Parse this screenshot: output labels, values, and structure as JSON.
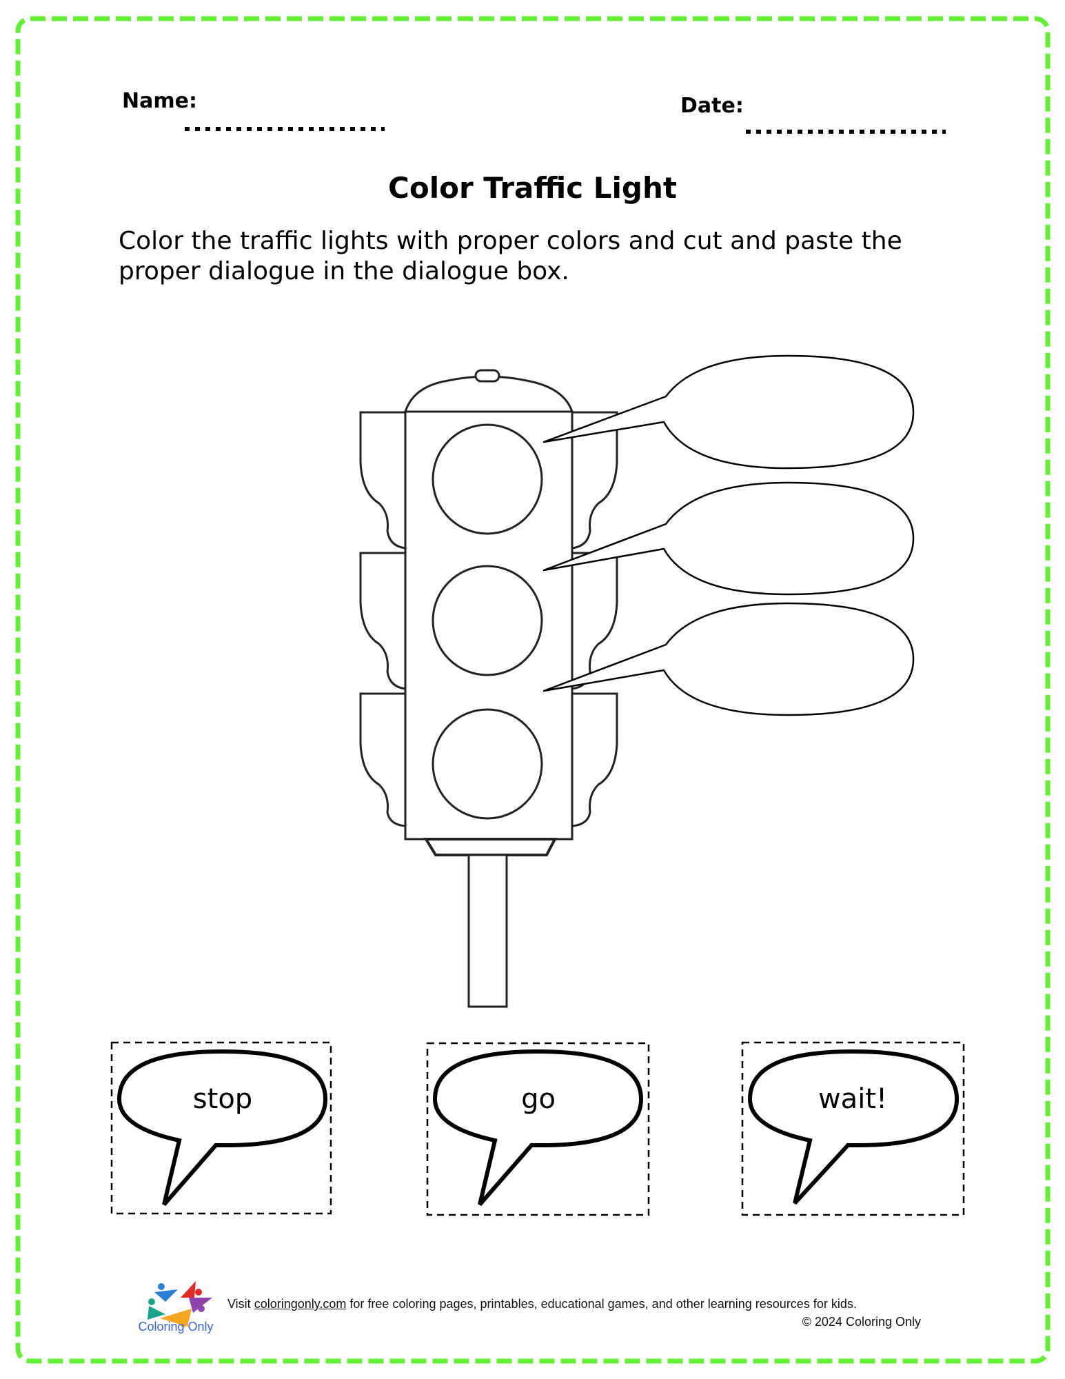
{
  "header": {
    "name_label": "Name:",
    "date_label": "Date:"
  },
  "worksheet": {
    "title": "Color Traffic Light",
    "instructions": "Color the traffic lights with proper colors and cut and paste the proper dialogue in the dialogue box."
  },
  "traffic_light": {
    "lights": [
      {
        "position": "top",
        "fill": "#ffffff"
      },
      {
        "position": "middle",
        "fill": "#ffffff"
      },
      {
        "position": "bottom",
        "fill": "#ffffff"
      }
    ],
    "empty_dialogue_boxes": 3
  },
  "cutouts": [
    {
      "label": "stop"
    },
    {
      "label": "go"
    },
    {
      "label": "wait!"
    }
  ],
  "footer": {
    "visit_prefix": "Visit ",
    "link_text": "coloringonly.com",
    "visit_suffix": " for free coloring pages, printables, educational games, and other learning resources for kids.",
    "copyright": "© 2024 Coloring Only",
    "logo_text": "Coloring Only"
  },
  "colors": {
    "border": "#63ef36",
    "logo_blue": "#3b63d6",
    "logo_red": "#e02b2b",
    "logo_purple": "#8e44ad",
    "logo_teal": "#1aa58a",
    "logo_orange": "#f5a623",
    "logo_figure_blue": "#2a7fd4"
  }
}
